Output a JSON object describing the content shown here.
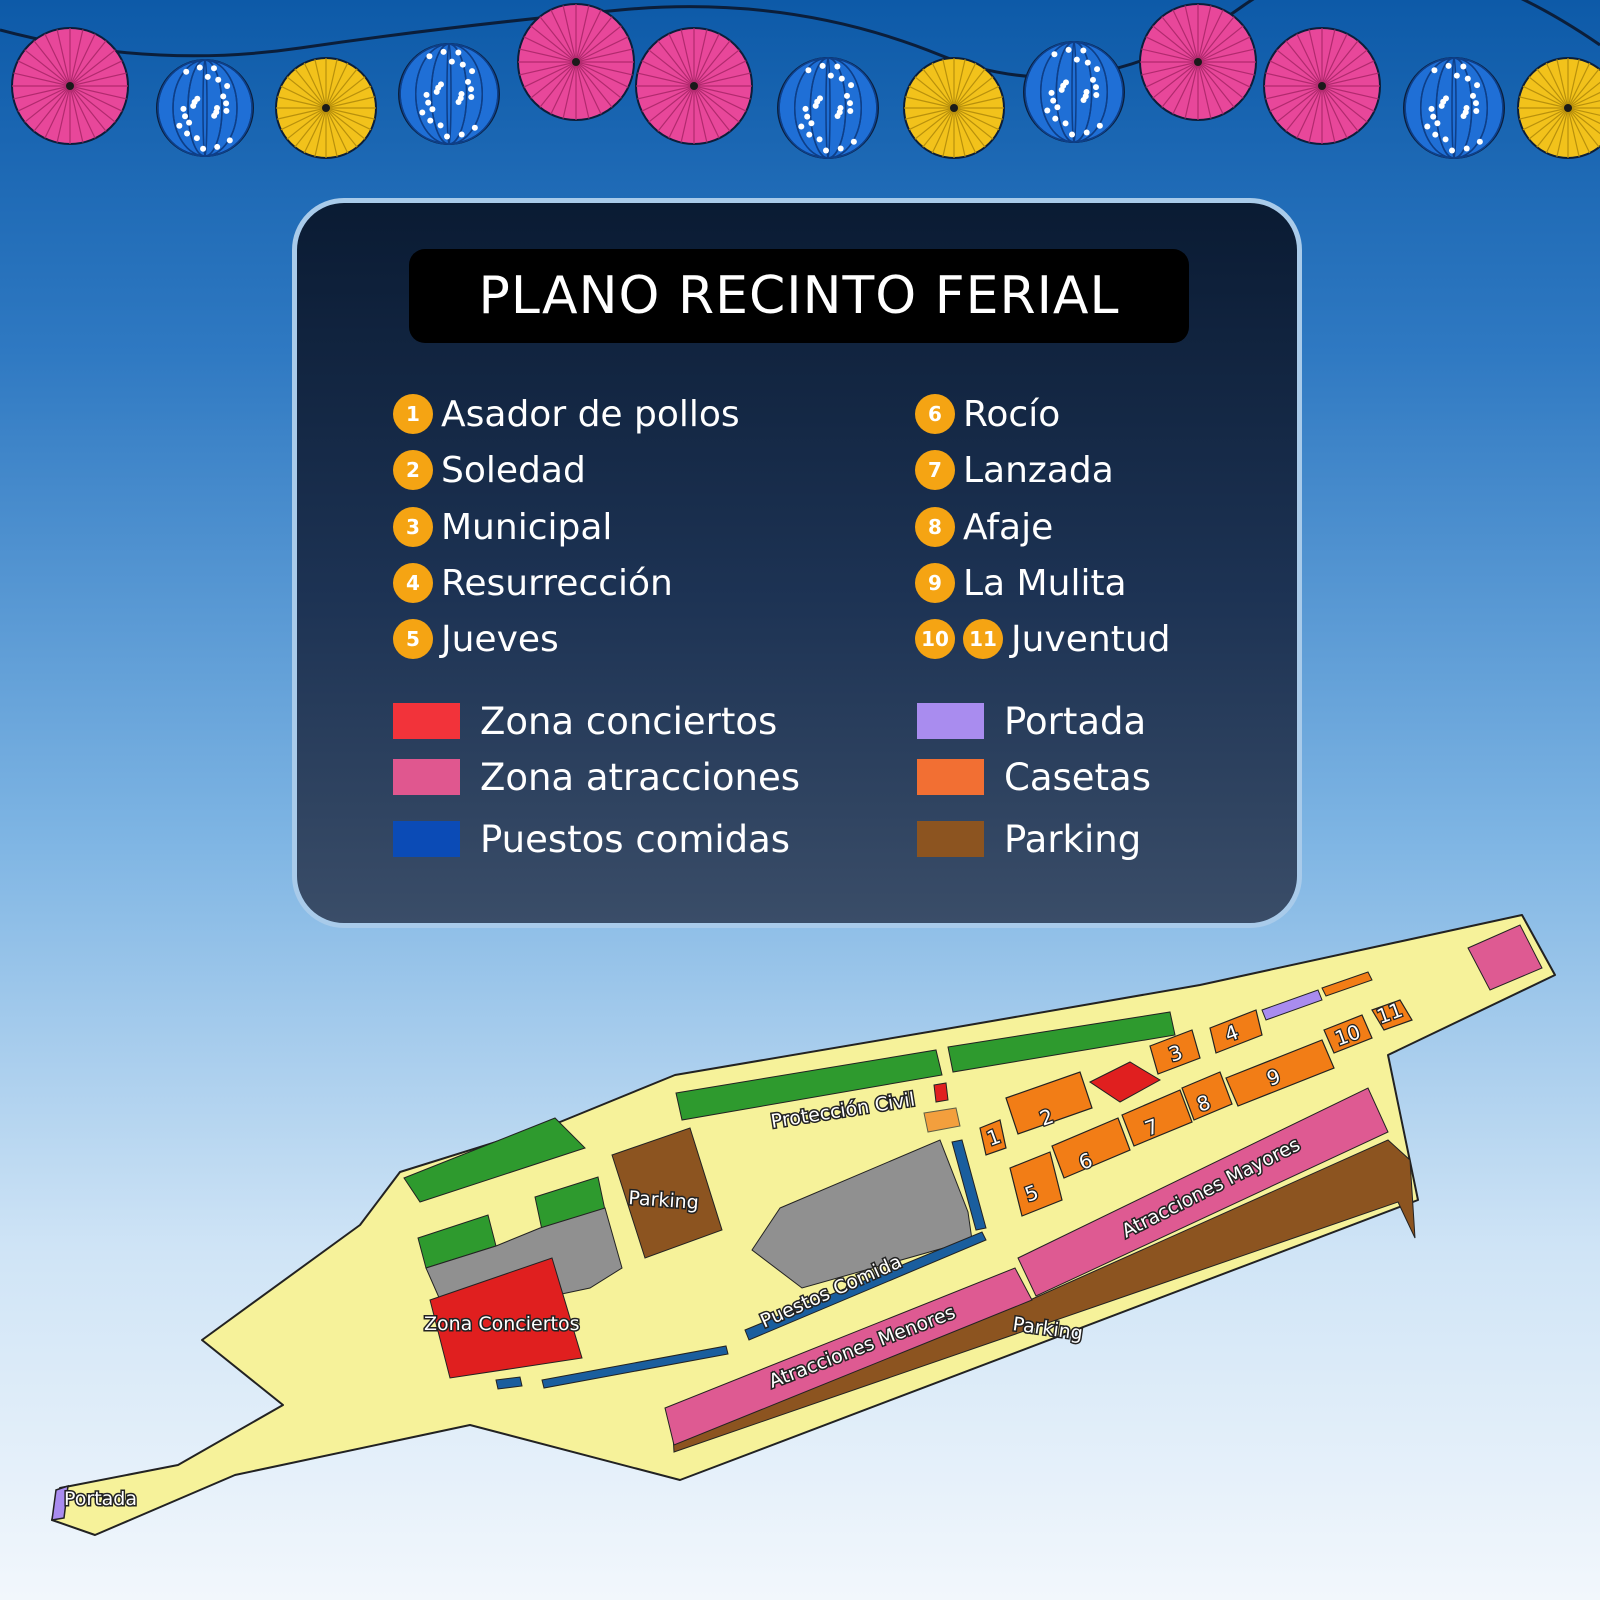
{
  "title": "PLANO RECINTO FERIAL",
  "casetas_left": [
    {
      "number": "1",
      "name": "Asador de pollos"
    },
    {
      "number": "2",
      "name": "Soledad"
    },
    {
      "number": "3",
      "name": "Municipal"
    },
    {
      "number": "4",
      "name": "Resurrección"
    },
    {
      "number": "5",
      "name": "Jueves"
    }
  ],
  "casetas_right": [
    {
      "number": "6",
      "name": "Rocío"
    },
    {
      "number": "7",
      "name": "Lanzada"
    },
    {
      "number": "8",
      "name": "Afaje"
    },
    {
      "number": "9",
      "name": "La Mulita"
    },
    {
      "number": "10",
      "number_b": "11",
      "name": "Juventud"
    }
  ],
  "zones_left": [
    {
      "label": "Zona conciertos",
      "color": "#f2333a"
    },
    {
      "label": "Zona atracciones",
      "color": "#e0578f"
    },
    {
      "label": "Puestos comidas",
      "color": "#0b4bb6"
    }
  ],
  "zones_right": [
    {
      "label": "Portada",
      "color": "#a98cef"
    },
    {
      "label": "Casetas",
      "color": "#f26f33"
    },
    {
      "label": "Parking",
      "color": "#8c5420"
    }
  ],
  "map": {
    "labels": {
      "proteccion_civil": "Protección Civil",
      "parking_1": "Parking",
      "parking_2": "Parking",
      "zona_conciertos": "Zona Conciertos",
      "puestos_comida": "Puestos Comida",
      "atracciones_menores": "Atracciones Menores",
      "atracciones_mayores": "Atracciones Mayores",
      "portada": "Portada"
    },
    "caseta_numbers": [
      "1",
      "2",
      "3",
      "4",
      "5",
      "6",
      "7",
      "8",
      "9",
      "10",
      "11"
    ],
    "colors": {
      "ground": "#f6f29a",
      "green_area": "#2e9a2e",
      "building": "#909090",
      "conciertos": "#e01f1f",
      "atracciones": "#de5a92",
      "parking": "#8c5420",
      "caseta": "#f27d16",
      "comida": "#1a5e9e",
      "portada": "#a98cef"
    }
  },
  "decorations": [
    "pink-paper-fan",
    "blue-lantern",
    "yellow-paper-fan"
  ]
}
